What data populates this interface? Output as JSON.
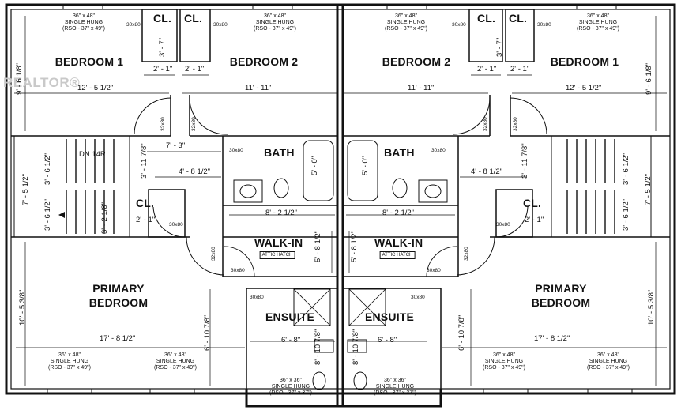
{
  "branding": {
    "watermark": "REALTOR®"
  },
  "rooms": {
    "bedroom1_left": "BEDROOM 1",
    "bedroom2_left": "BEDROOM 2",
    "bedroom2_right": "BEDROOM 2",
    "bedroom1_right": "BEDROOM 1",
    "closet": "CL.",
    "bath": "BATH",
    "walkin": "WALK-IN",
    "attic_hatch": "ATTIC HATCH",
    "primary_line1": "PRIMARY",
    "primary_line2": "BEDROOM",
    "ensuite": "ENSUITE",
    "stair": "DN 14R"
  },
  "windows": {
    "w36x48": [
      "36\" x 48\"",
      "SINGLE HUNG",
      "(RSO - 37\" x 49\")"
    ],
    "w36x36": [
      "36\" x 36\"",
      "SINGLE HUNG",
      "(RSO - 37\" x 37\")"
    ]
  },
  "doors": {
    "d30x80": "30x80",
    "d32x80": "32x80"
  },
  "dimensions": {
    "cl_top_height": "3' - 7\"",
    "cl_width": "2' - 1\"",
    "bed1_height": "9' - 6 1/8\"",
    "bed1_width": "12' - 5 1/2\"",
    "bed2_width": "11' - 11\"",
    "hall_width": "7' - 3\"",
    "hall_vert": "3' - 11 7/8\"",
    "bath_width": "4' - 8 1/2\"",
    "bath_height": "5' - 0\"",
    "walkin_width": "8' - 2 1/2\"",
    "walkin_height": "5' - 8 1/2\"",
    "stair_a": "3' - 6 1/2\"",
    "stair_b": "7' - 5 1/2\"",
    "stair_c": "3' - 6 1/2\"",
    "stair_d": "3' - 2 1/8\"",
    "primary_height": "10' - 5 3/8\"",
    "primary_width": "17' - 8 1/2\"",
    "ensuite_height": "6' - 10 7/8\"",
    "ensuite_width": "6' - 8\"",
    "ensuite_small": "8' - 10 7/8\""
  }
}
